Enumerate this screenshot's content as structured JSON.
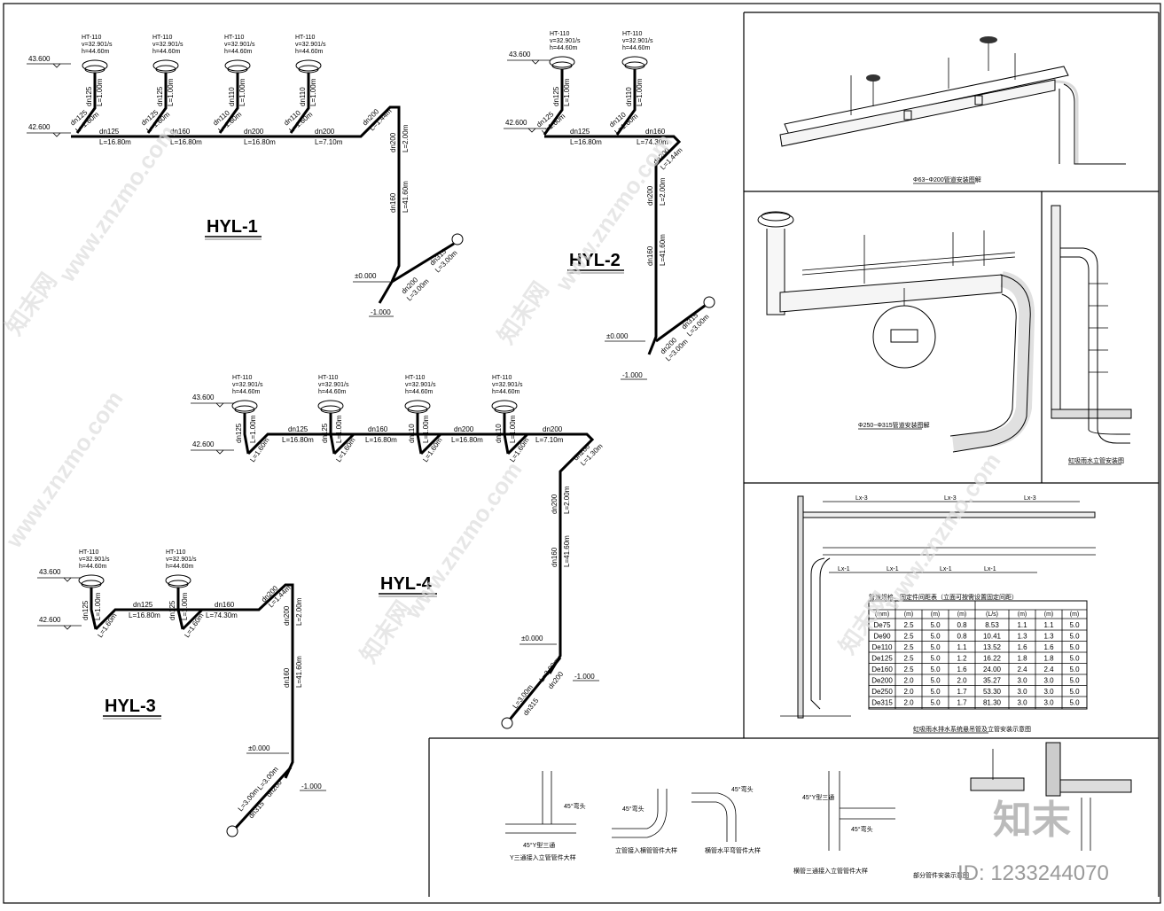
{
  "drain": {
    "model": "HT-110",
    "flow": "v=32.901/s",
    "height": "h=44.60m"
  },
  "elev": {
    "e1": "43.600",
    "e2": "42.600",
    "e3": "±0.000",
    "e4": "-1.000"
  },
  "hyl1": {
    "title": "HYL-1",
    "branch": [
      "dn125",
      "dn125",
      "dn110",
      "dn110"
    ],
    "branch_len": "L=1.00m",
    "branch_len2": "L=1.60m",
    "seg": [
      {
        "dn": "dn125",
        "len": "L=16.80m"
      },
      {
        "dn": "dn160",
        "len": "L=16.80m"
      },
      {
        "dn": "dn200",
        "len": "L=16.80m"
      },
      {
        "dn": "dn200",
        "len": "L=7.10m"
      }
    ],
    "riser": {
      "d1": "dn200",
      "l1": "L=1.44m",
      "d2": "dn200",
      "l2": "L=2.00m",
      "d3": "dn160",
      "l3": "L=41.60m",
      "d4": "dn200",
      "l4": "L=3.00m",
      "d5": "dn315",
      "l5": "L=3.00m"
    }
  },
  "hyl2": {
    "title": "HYL-2",
    "branch": [
      "dn125",
      "dn110"
    ],
    "branch_len": "L=1.00m",
    "branch_len2": "L=1.60m",
    "seg": [
      {
        "dn": "dn125",
        "len": "L=16.80m"
      },
      {
        "dn": "dn160",
        "len": "L=74.30m"
      }
    ],
    "riser": {
      "d1": "dn200",
      "l1": "L=1.44m",
      "d2": "dn200",
      "l2": "L=2.00m",
      "d3": "dn160",
      "l3": "L=41.60m",
      "d4": "dn200",
      "l4": "L=3.00m",
      "d5": "dn315",
      "l5": "L=3.00m"
    }
  },
  "hyl3": {
    "title": "HYL-3",
    "branch": [
      "dn125",
      "dn125"
    ],
    "branch_len": "L=1.00m",
    "branch_len2": "L=1.60m",
    "seg": [
      {
        "dn": "dn125",
        "len": "L=16.80m"
      },
      {
        "dn": "dn160",
        "len": "L=74.30m"
      }
    ],
    "riser": {
      "d1": "dn200",
      "l1": "L=1.44m",
      "d2": "dn200",
      "l2": "L=2.00m",
      "d3": "dn160",
      "l3": "L=41.60m",
      "d4": "dn200",
      "l4": "L=3.00m",
      "d5": "dn315",
      "l5": "L=3.00m"
    }
  },
  "hyl4": {
    "title": "HYL-4",
    "branch": [
      "dn125",
      "dn125",
      "dn110",
      "dn110"
    ],
    "branch_len": "L=1.00m",
    "branch_len2": "L=1.60m",
    "seg": [
      {
        "dn": "dn125",
        "len": "L=16.80m"
      },
      {
        "dn": "dn160",
        "len": "L=16.80m"
      },
      {
        "dn": "dn200",
        "len": "L=16.80m"
      },
      {
        "dn": "dn200",
        "len": "L=7.10m"
      }
    ],
    "riser": {
      "d1": "dn200",
      "l1": "L=1.30m",
      "d2": "dn200",
      "l2": "L=2.00m",
      "d3": "dn160",
      "l3": "L=41.60m",
      "d4": "dn200",
      "l4": "L=3.00m",
      "d5": "dn315",
      "l5": "L=3.00m"
    }
  },
  "panels": {
    "p1": "Φ63~Φ200管道安装图解",
    "p2": "Φ250~Φ315管道安装图解",
    "p3": "虹吸雨水立管安装图",
    "p4": "虹吸雨水排水系统悬吊管及立管安装示意图",
    "p5": "部分管件安装示意图"
  },
  "table": {
    "note": "管道规格、固定件间距表（立面可按需设置固定间距）",
    "headers": [
      "(mm)",
      "(m)",
      "(m)",
      "(m)",
      "(L/s)",
      "(m)",
      "(m)",
      "(m)"
    ],
    "rows": [
      [
        "De75",
        "2.5",
        "5.0",
        "0.8",
        "8.53",
        "1.1",
        "1.1",
        "5.0"
      ],
      [
        "De90",
        "2.5",
        "5.0",
        "0.8",
        "10.41",
        "1.3",
        "1.3",
        "5.0"
      ],
      [
        "De110",
        "2.5",
        "5.0",
        "1.1",
        "13.52",
        "1.6",
        "1.6",
        "5.0"
      ],
      [
        "De125",
        "2.5",
        "5.0",
        "1.2",
        "16.22",
        "1.8",
        "1.8",
        "5.0"
      ],
      [
        "De160",
        "2.5",
        "5.0",
        "1.6",
        "24.00",
        "2.4",
        "2.4",
        "5.0"
      ],
      [
        "De200",
        "2.0",
        "5.0",
        "2.0",
        "35.27",
        "3.0",
        "3.0",
        "5.0"
      ],
      [
        "De250",
        "2.0",
        "5.0",
        "1.7",
        "53.30",
        "3.0",
        "3.0",
        "5.0"
      ],
      [
        "De315",
        "2.0",
        "5.0",
        "1.7",
        "81.30",
        "3.0",
        "3.0",
        "5.0"
      ]
    ]
  },
  "dims": {
    "lx3": "Lx-3",
    "lx1": "Lx-1"
  },
  "fittings": {
    "a": "45°弯头",
    "b": "45°Y型三通",
    "c": "Y三通接入立管管件大样",
    "d": "立管接入横管管件大样",
    "e": "横管水平弯管件大样",
    "f": "横管三通接入立管管件大样"
  },
  "watermark": {
    "site": "www.znzmo.com",
    "brand": "知末网",
    "logo": "知末",
    "id": "ID: 1233244070"
  }
}
